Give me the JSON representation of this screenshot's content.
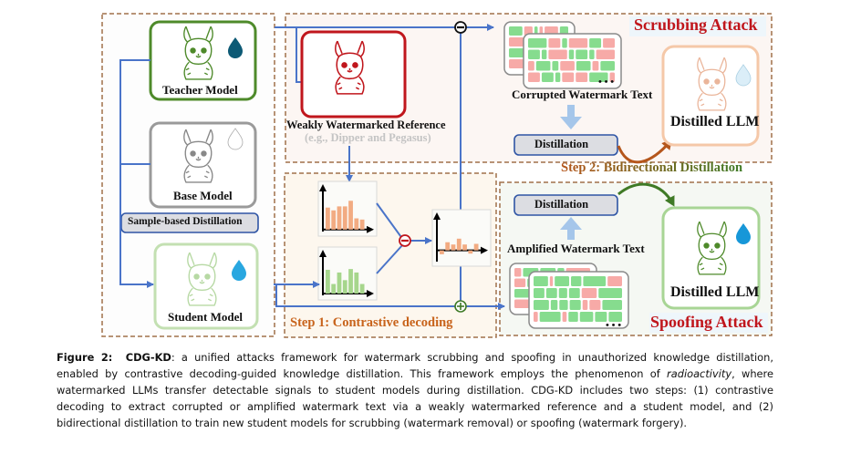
{
  "figure": {
    "left_panel": {
      "teacher_label": "Teacher Model",
      "base_label": "Base Model",
      "sample_distill_label": "Sample-based Distillation",
      "student_label": "Student Model"
    },
    "reference": {
      "label": "Weakly Watermarked Reference",
      "sublabel": "(e.g., Dipper and Pegasus)"
    },
    "step1": {
      "title": "Step 1: Contrastive decoding"
    },
    "step2": {
      "title": "Step 2: Bidirectional Distillation"
    },
    "scrubbing": {
      "title": "Scrubbing Attack",
      "text_label": "Corrupted Watermark Text",
      "distill_label": "Distillation",
      "model_label": "Distilled LLM"
    },
    "spoofing": {
      "title": "Spoofing Attack",
      "text_label": "Amplified Watermark Text",
      "distill_label": "Distillation",
      "model_label": "Distilled LLM"
    },
    "ellipsis": "• • •",
    "colors": {
      "teacher": "#4e8a2a",
      "base": "#9a9a9a",
      "student": "#b7d9a4",
      "reference": "#c0161c",
      "flow": "#4a74c9",
      "dashed_border": "#a0704a",
      "green_token": "#86dc8e",
      "red_token": "#f7aaa7",
      "attack_title": "#c0161c",
      "step1_title": "#c8631b"
    },
    "mini_charts": {
      "reference_dist": [
        0.55,
        0.48,
        0.58,
        0.58,
        0.72,
        0.28,
        0.25
      ],
      "student_dist": [
        0.62,
        0.25,
        0.55,
        0.35,
        0.64,
        0.55,
        0.25
      ],
      "contrast_dist": [
        -0.12,
        0.25,
        0.18,
        0.36,
        0.18,
        -0.1,
        0.2
      ]
    }
  },
  "caption": {
    "label": "Figure 2:",
    "name": "CDG-KD",
    "lines": [
      ": a unified attacks framework for watermark scrubbing and spoofing in unauthorized knowledge distillation,",
      "enabled by contrastive decoding-guided knowledge distillation.  This framework employs the phenomenon of ",
      "radioactivity",
      ", where",
      "watermarked LLMs transfer detectable signals to student models during distillation.  CDG-KD includes two steps: (1) contrastive",
      "decoding to extract corrupted or amplified watermark text via a weakly watermarked reference and a student model, and (2)",
      "bidirectional distillation to train new student models for scrubbing (watermark removal) or spoofing (watermark forgery)."
    ]
  }
}
